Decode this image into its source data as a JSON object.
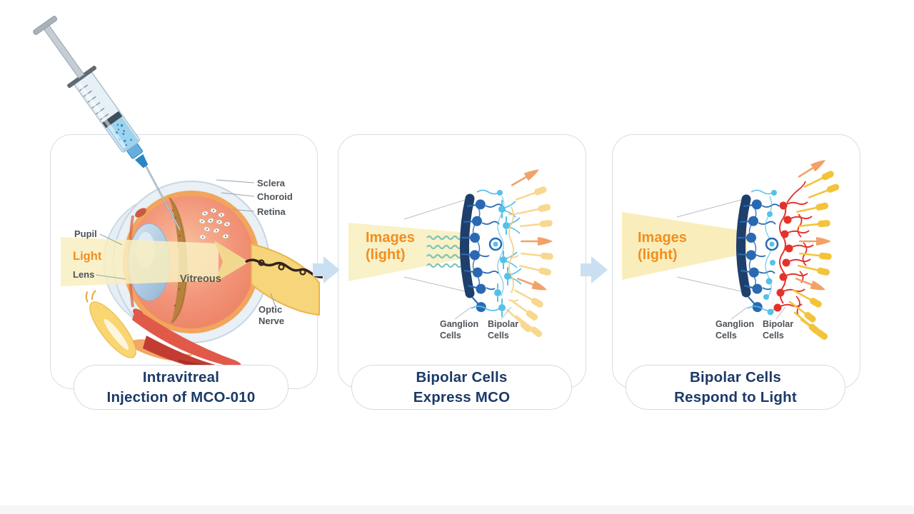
{
  "panel1": {
    "caption": {
      "line1": "Intravitreal",
      "line2": "Injection of MCO-010"
    },
    "labels": {
      "sclera": "Sclera",
      "choroid": "Choroid",
      "retina": "Retina",
      "pupil": "Pupil",
      "light": "Light",
      "lens": "Lens",
      "vitreous": "Vitreous",
      "optic1": "Optic",
      "optic2": "Nerve"
    }
  },
  "panel2": {
    "caption": {
      "line1": "Bipolar Cells",
      "line2": "Express MCO"
    },
    "labels": {
      "images1": "Images",
      "images2": "(light)",
      "ganglion1": "Ganglion",
      "ganglion2": "Cells",
      "bipolar1": "Bipolar",
      "bipolar2": "Cells"
    }
  },
  "panel3": {
    "caption": {
      "line1": "Bipolar Cells",
      "line2": "Respond to Light"
    },
    "labels": {
      "images1": "Images",
      "images2": "(light)",
      "ganglion1": "Ganglion",
      "ganglion2": "Cells",
      "bipolar1": "Bipolar",
      "bipolar2": "Cells"
    }
  },
  "colors": {
    "caption_navy": "#1c3a68",
    "label_gray": "#4d5359",
    "accent_orange": "#f28e1e",
    "beam_yellow": "#f9f1c7",
    "membrane_navy": "#1e3f6c",
    "ganglion_blue": "#2a69b2",
    "bipolar_lightblue": "#55c1e8",
    "bipolar_red": "#e4322b",
    "rod_pale_yellow": "#f8d88e",
    "rod_bright_yellow": "#f3c43a",
    "cone_orange": "#f0a268",
    "arrow_lightblue": "#cadff1",
    "panel_border": "#d8dde3"
  }
}
